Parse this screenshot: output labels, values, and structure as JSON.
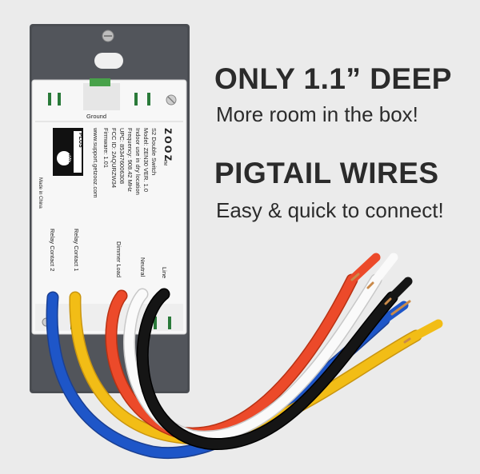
{
  "headline_1": "ONLY 1.1” DEEP",
  "subline_1": "More room in the box!",
  "headline_2": "PIGTAIL WIRES",
  "subline_2": "Easy & quick to connect!",
  "device": {
    "brand": "zooz",
    "trademark": "TM",
    "product_name": "S2 Double Switch",
    "model": "Model: ZEN30 VER. 1.0",
    "usage": "Indoor use in dry location",
    "frequency": "Frequency: 908.42 MHz",
    "upc": "UPC: 853476006308",
    "fcc_id": "FCC ID: 2AQURZW34",
    "firmware": "Firmware: 1.01",
    "website": "www.support.getzooz.com",
    "origin": "Made in China",
    "ground_label": "Ground",
    "zwave_badge_top": "WAVE",
    "zwave_badge_bottom": "PLUS",
    "terminals": [
      "Line",
      "Neutral",
      "Dimmer Load",
      "Relay Contact 1",
      "Relay Contact 2"
    ]
  },
  "colors": {
    "background": "#ebebeb",
    "plate": "#4a4d52",
    "housing": "#f7f7f7",
    "text": "#2b2b2b",
    "wire_blue": "#1e56c8",
    "wire_yellow": "#f2bd16",
    "wire_red": "#ec4a2a",
    "wire_white": "#fafafa",
    "wire_black": "#151515"
  },
  "icons": [
    "zwave-plus-logo",
    "screw-icon",
    "ground-terminal-icon"
  ]
}
